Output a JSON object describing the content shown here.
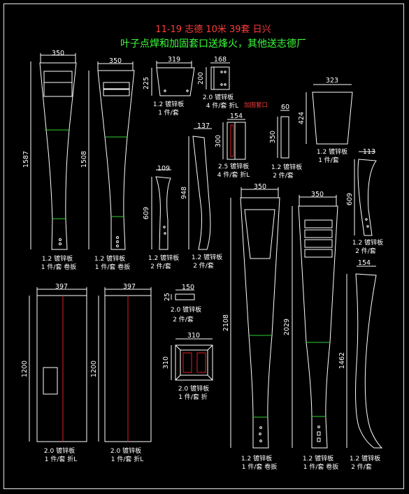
{
  "header": {
    "title": "11-19 志德 10米 39套 日兴",
    "subtitle": "叶子点焊和加固套口送烽火，其他送志德厂"
  },
  "parts": [
    {
      "id": "p1",
      "dims": [
        "350",
        "1587"
      ],
      "label": [
        "1.2 镀锌板",
        "1 件/套 卷扳"
      ]
    },
    {
      "id": "p2",
      "dims": [
        "350",
        "1508"
      ],
      "label": [
        "1.2 镀锌板",
        "1 件/套 卷扳"
      ]
    },
    {
      "id": "p3",
      "dims": [
        "319",
        "225"
      ],
      "label": [
        "1.2 镀锌板",
        "1 件/套"
      ]
    },
    {
      "id": "p4",
      "dims": [
        "168",
        "200"
      ],
      "label": [
        "2.0 镀锌板",
        "4 件/套 折L"
      ]
    },
    {
      "id": "p5",
      "dims": [
        "154",
        "300"
      ],
      "label": [
        "2.5 镀锌板",
        "4 件/套 折L"
      ],
      "note": "加固套口"
    },
    {
      "id": "p6",
      "dims": [
        "60",
        "350"
      ],
      "label": [
        "1.2 镀锌板",
        "2 件/套"
      ]
    },
    {
      "id": "p7",
      "dims": [
        "323",
        "424"
      ],
      "label": [
        "1.2 镀锌板",
        "1 件/套"
      ]
    },
    {
      "id": "p8",
      "dims": [
        "113",
        "609"
      ],
      "label": [
        "1.2 镀锌板",
        "2 件/套"
      ]
    },
    {
      "id": "p9",
      "dims": [
        "109",
        "609"
      ],
      "label": [
        "1.2 镀锌板",
        "2 件/套"
      ]
    },
    {
      "id": "p10",
      "dims": [
        "137",
        "948"
      ],
      "label": [
        "1.2 镀锌板",
        "2 件/套"
      ]
    },
    {
      "id": "p11",
      "dims": [
        "397",
        "1200"
      ],
      "label": [
        "2.0 镀锌板",
        "1 件/套 折L"
      ]
    },
    {
      "id": "p12",
      "dims": [
        "397",
        "1200"
      ],
      "label": [
        "2.0 镀锌板",
        "1 件/套 折L"
      ]
    },
    {
      "id": "p13",
      "dims": [
        "150",
        "25"
      ],
      "label": [
        "2.0 镀锌板",
        "2 件/套"
      ]
    },
    {
      "id": "p14",
      "dims": [
        "310",
        "310"
      ],
      "label": [
        "2.0 镀锌板",
        "1 件/套 折"
      ]
    },
    {
      "id": "p15",
      "dims": [
        "350",
        "2108"
      ],
      "label": [
        "1.2 镀锌板",
        "1 件/套 卷扳"
      ]
    },
    {
      "id": "p16",
      "dims": [
        "350",
        "2029"
      ],
      "label": [
        "1.2 镀锌板",
        "1 件/套 卷扳"
      ]
    },
    {
      "id": "p17",
      "dims": [
        "154",
        "1462"
      ],
      "label": [
        "1.2 镀锌板",
        "2 件/套"
      ]
    }
  ]
}
